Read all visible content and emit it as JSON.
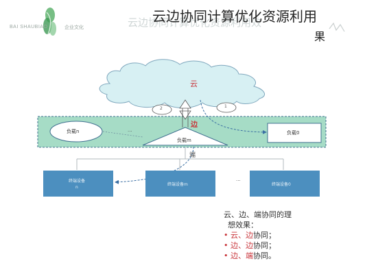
{
  "logo": {
    "brand_text": "BAI SHAUBIAO",
    "slogan": "企业文化"
  },
  "header": {
    "title_line1": "云边协同计算优化资源利用",
    "title_line2": "果",
    "ghost_title": "云边协同计算优化资源利用效"
  },
  "diagram": {
    "cloud_label": "云",
    "edge_label": "边",
    "device_label": "端",
    "step_left": "2",
    "step_right": "1",
    "edge_nodes": {
      "left": "负载n",
      "middle": "负载m",
      "right": "负载0",
      "dots": "..."
    },
    "devices": {
      "left_line1": "终端设备",
      "left_line2": "n",
      "middle": "终端设备m",
      "right": "终端设备0",
      "dots": "..."
    }
  },
  "notes": {
    "intro_line1": "云、边、端协同的理",
    "intro_line2": "想效果：",
    "bullets": [
      {
        "red": "云、边",
        "rest": "协同；"
      },
      {
        "red": "边、边",
        "rest": "协同；"
      },
      {
        "red": "边、端",
        "rest": "协同。"
      }
    ]
  },
  "colors": {
    "cloud_fill": "#d7f0f3",
    "edge_band": "#a6dcc6",
    "device_box": "#4c8fbf",
    "accent_red": "#c8343a"
  }
}
